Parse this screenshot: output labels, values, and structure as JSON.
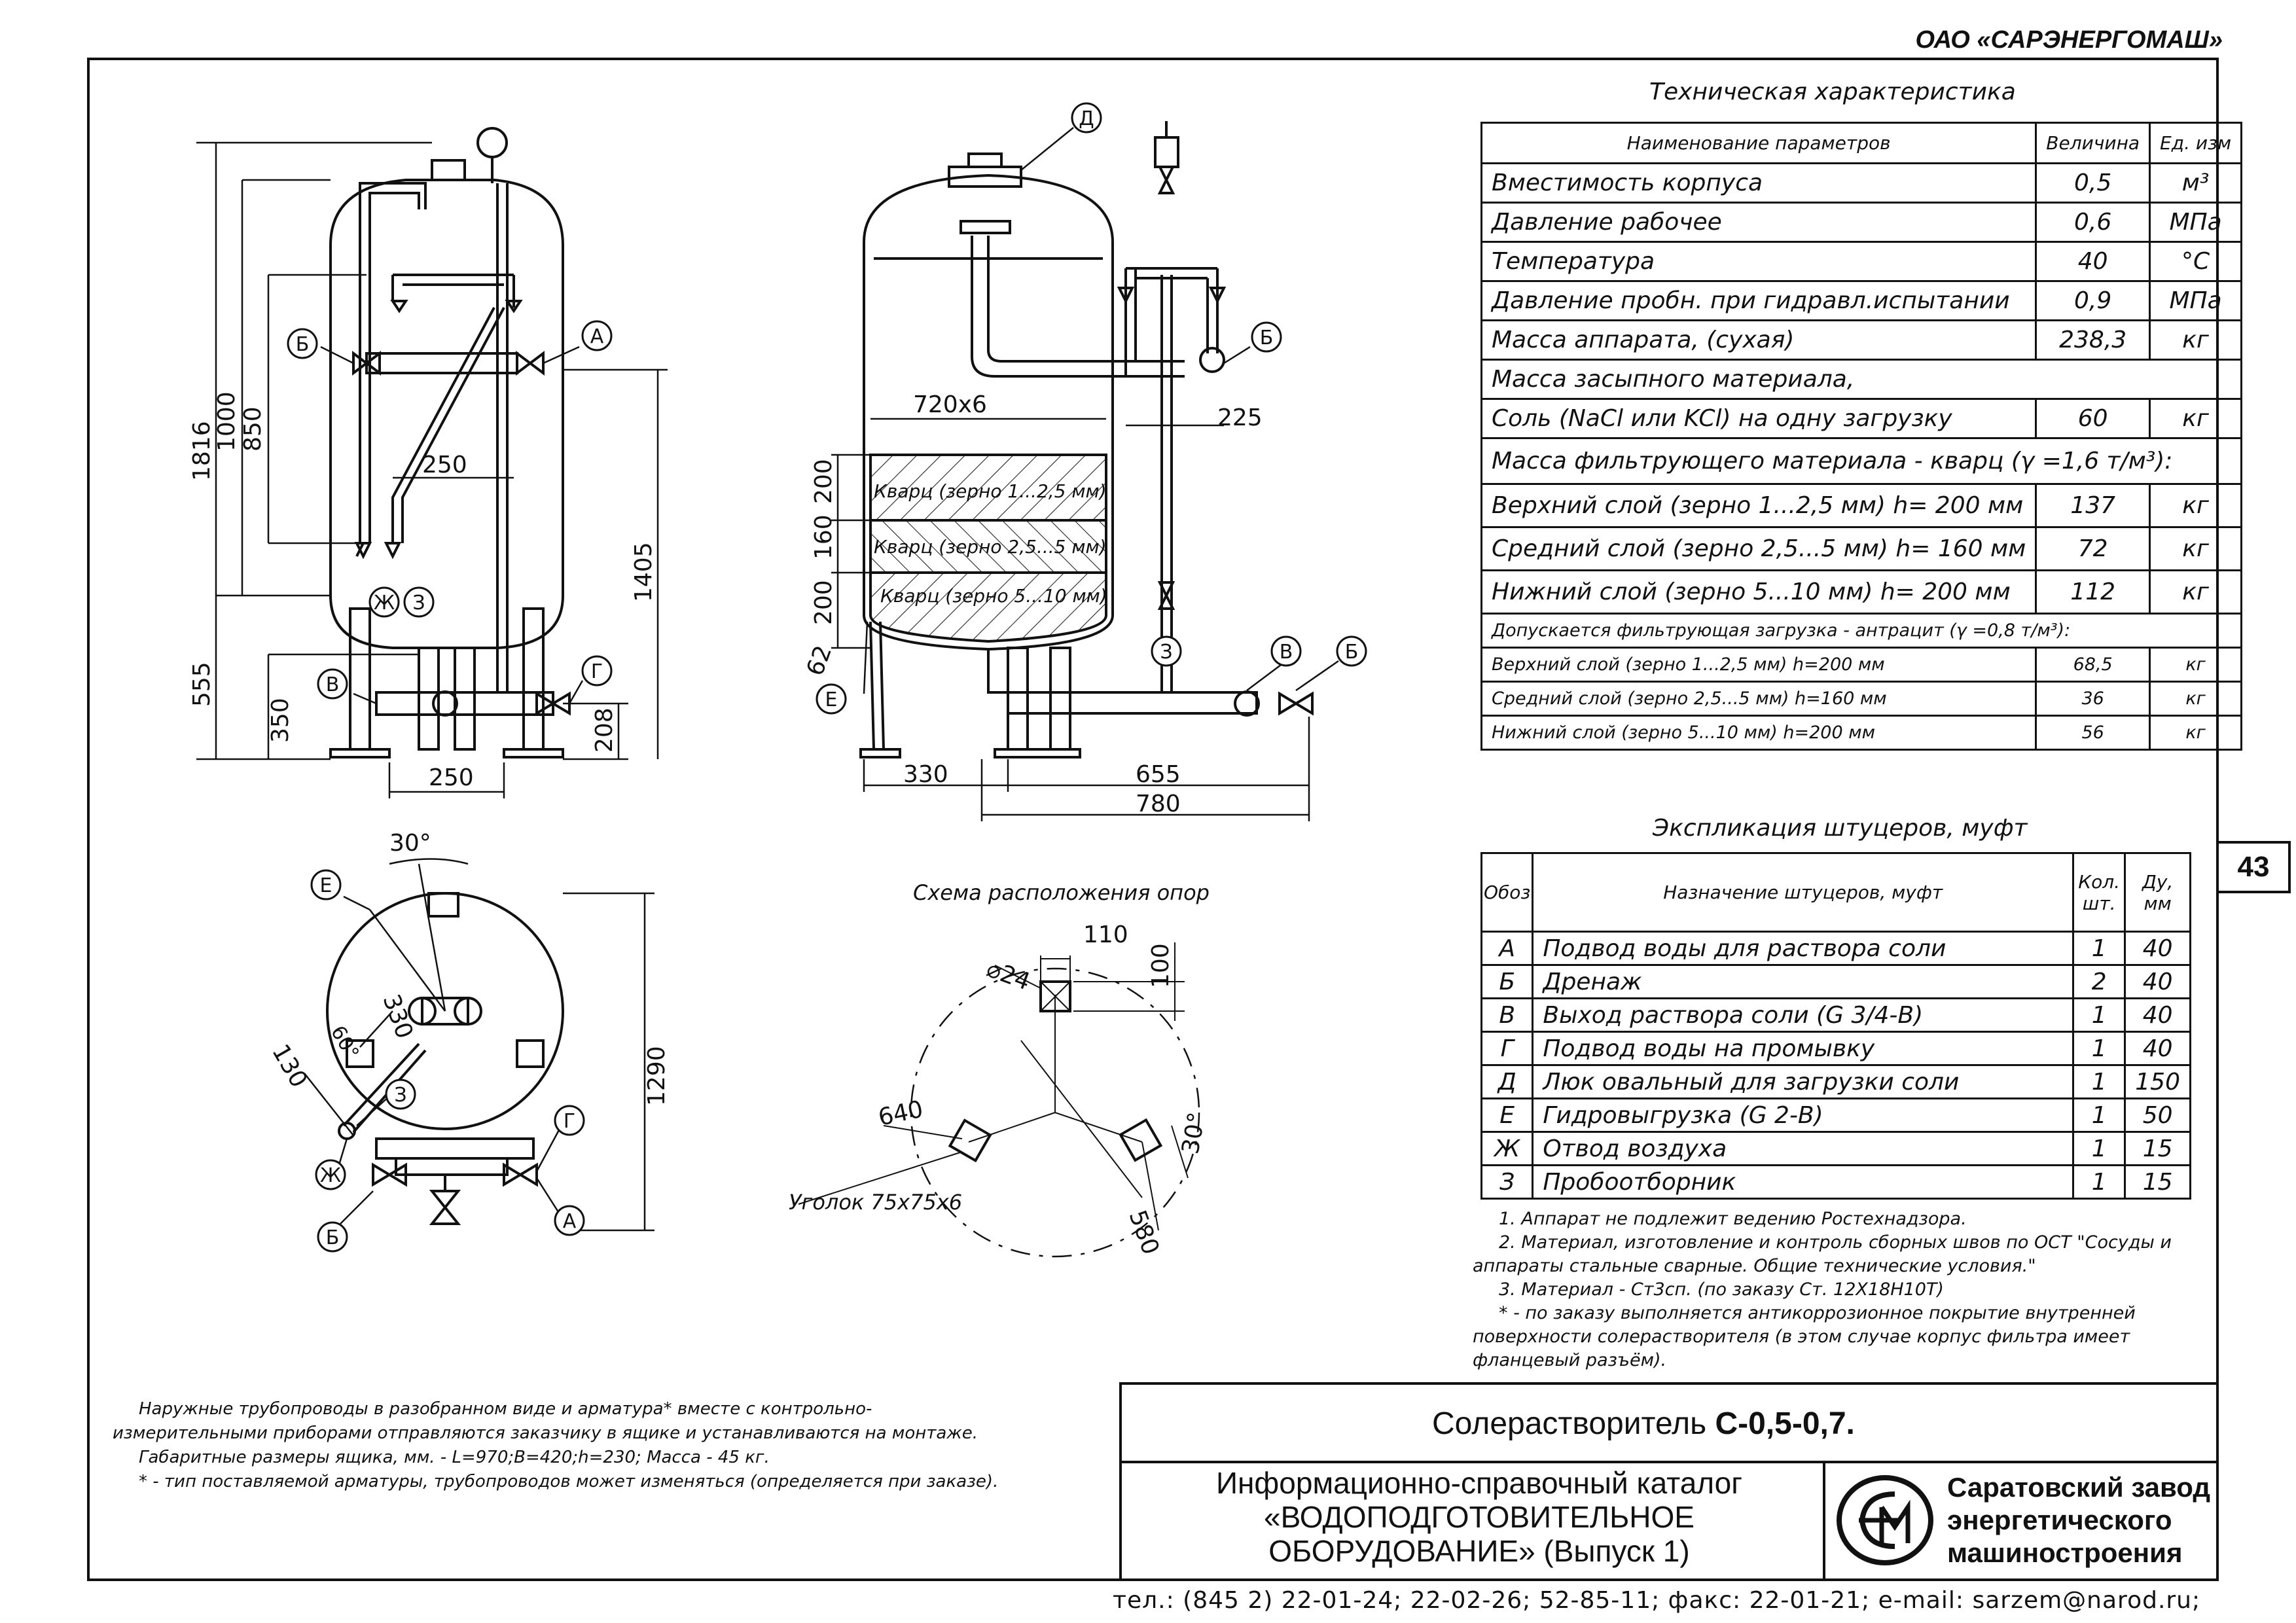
{
  "header": {
    "company": "ОАО «САРЭНЕРГОМАШ»",
    "page_number": "43"
  },
  "drawing": {
    "dims_front": {
      "d1816": "1816",
      "d1000": "1000",
      "d850": "850",
      "d250a": "250",
      "d555": "555",
      "d350": "350",
      "d250b": "250",
      "d208": "208",
      "d1405": "1405"
    },
    "dims_section": {
      "d720": "720х6",
      "d225": "225",
      "d200a": "200",
      "d160": "160",
      "d200b": "200",
      "d62": "62",
      "d330": "330",
      "d655": "655",
      "d780": "780"
    },
    "layers": {
      "l1": "Кварц (зерно 1...2,5 мм)",
      "l2": "Кварц (зерно 2,5...5 мм)",
      "l3": "Кварц (зерно 5...10 мм)"
    },
    "dims_plan": {
      "a30": "30°",
      "d330": "330",
      "a60": "60°",
      "d130": "130",
      "d1290": "1290"
    },
    "support_scheme": {
      "title": "Схема расположения опор",
      "d110": "110",
      "d24": "⌀24",
      "d100": "100",
      "d640": "640",
      "a30": "30°",
      "d580": "580",
      "angle": "Уголок 75х75х6"
    },
    "markers": {
      "A": "А",
      "B": "Б",
      "V": "В",
      "G": "Г",
      "D": "Д",
      "E": "Е",
      "ZH": "Ж",
      "Z": "З"
    }
  },
  "tech": {
    "title": "Техническая характеристика",
    "headers": [
      "Наименование параметров",
      "Величина",
      "Ед. изм"
    ],
    "rows": [
      [
        "Вместимость корпуса",
        "0,5",
        "м³"
      ],
      [
        "Давление рабочее",
        "0,6",
        "МПа"
      ],
      [
        "Температура",
        "40",
        "°С"
      ],
      [
        "Давление пробн. при гидравл.испытании",
        "0,9",
        "МПа"
      ],
      [
        "Масса аппарата, (сухая)",
        "238,3",
        "кг"
      ]
    ],
    "salt_header": "Масса засыпного материала,",
    "salt_row": [
      "Соль (NaCl или KCl) на одну загрузку",
      "60",
      "кг"
    ],
    "quartz_header": "Масса фильтрующего материала - кварц (γ =1,6 т/м³):",
    "quartz_rows": [
      [
        "Верхний слой (зерно 1...2,5 мм) h= 200 мм",
        "137",
        "кг"
      ],
      [
        "Средний слой (зерно 2,5...5 мм) h= 160 мм",
        "72",
        "кг"
      ],
      [
        "Нижний слой (зерно 5...10 мм) h= 200 мм",
        "112",
        "кг"
      ]
    ],
    "anthr_header": "Допускается фильтрующая загрузка - антрацит (γ =0,8 т/м³):",
    "anthr_rows": [
      [
        "Верхний слой (зерно 1...2,5 мм) h=200 мм",
        "68,5",
        "кг"
      ],
      [
        "Средний слой (зерно 2,5...5 мм) h=160 мм",
        "36",
        "кг"
      ],
      [
        "Нижний слой (зерно 5...10 мм) h=200 мм",
        "56",
        "кг"
      ]
    ]
  },
  "nozzles": {
    "title": "Экспликация штуцеров, муфт",
    "headers": [
      "Обоз",
      "Назначение штуцеров, муфт",
      "Кол. шт.",
      "Ду, мм"
    ],
    "rows": [
      [
        "А",
        "Подвод воды для раствора соли",
        "1",
        "40"
      ],
      [
        "Б",
        "Дренаж",
        "2",
        "40"
      ],
      [
        "В",
        "Выход раствора соли (G 3/4-B)",
        "1",
        "40"
      ],
      [
        "Г",
        "Подвод воды на промывку",
        "1",
        "40"
      ],
      [
        "Д",
        "Люк овальный для загрузки соли",
        "1",
        "150"
      ],
      [
        "Е",
        "Гидровыгрузка (G 2-B)",
        "1",
        "50"
      ],
      [
        "Ж",
        "Отвод воздуха",
        "1",
        "15"
      ],
      [
        "З",
        "Пробоотборник",
        "1",
        "15"
      ]
    ]
  },
  "notes_right": [
    "1. Аппарат не подлежит ведению Ростехнадзора.",
    "2. Материал, изготовление и контроль сборных швов по ОСТ \"Сосуды и",
    "аппараты стальные сварные. Общие технические условия.\"",
    "3. Материал - Ст3сп. (по заказу Ст. 12Х18Н10Т)",
    "* - по заказу выполняется антикоррозионное покрытие внутренней",
    "поверхности солерастворителя (в этом случае корпус фильтра имеет",
    "фланцевый разъём)."
  ],
  "notes_left": [
    "Наружные трубопроводы в разобранном виде и арматура* вместе с контрольно-",
    "измерительными приборами отправляются заказчику в ящике и устанавливаются на монтаже.",
    "Габаритные размеры ящика, мм. - L=970;B=420;h=230; Масса - 45 кг.",
    "* - тип поставляемой арматуры, трубопроводов может изменяться (определяется при заказе)."
  ],
  "titleblock": {
    "product_prefix": "Солерастворитель ",
    "product_code": "С-0,5-0,7.",
    "catalog": [
      "Информационно-справочный каталог",
      "«ВОДОПОДГОТОВИТЕЛЬНОЕ",
      "ОБОРУДОВАНИЕ» (Выпуск 1)"
    ],
    "factory": [
      "Саратовский завод",
      "энергетического",
      "машиностроения"
    ]
  },
  "footer": "тел.: (845 2) 22-01-24; 22-02-26; 52-85-11; факс: 22-01-21; e-mail: sarzem@narod.ru;"
}
